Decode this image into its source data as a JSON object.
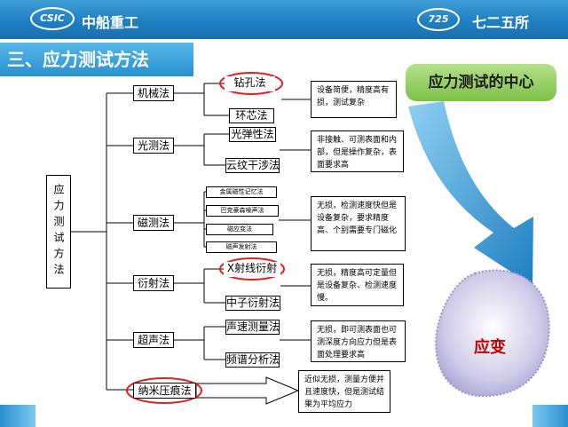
{
  "header": {
    "logo_left": "CSIC",
    "brand_left": "中船重工",
    "logo_right": "725",
    "brand_right": "七二五所"
  },
  "section_title": "三、应力测试方法",
  "root": "应力测试方法",
  "categories": [
    {
      "label": "机械法",
      "methods": [
        "钻孔法",
        "环芯法"
      ],
      "desc": "设备简便，精度高有损，测试复杂"
    },
    {
      "label": "光测法",
      "methods": [
        "光弹性法",
        "云纹干涉法"
      ],
      "desc": "非接触、可测表面和内部，但是操作复杂，表面要求高"
    },
    {
      "label": "磁测法",
      "methods": [
        "金属磁性记忆法",
        "巴克豪森噪声法",
        "磁应变法",
        "磁声发射法"
      ],
      "desc": "无损，检测速度快但是设备复杂，要求精度高、个别需要专门磁化"
    },
    {
      "label": "衍射法",
      "methods": [
        "X射线衍射",
        "中子衍射法"
      ],
      "desc": "无损，精度高可定量但是设备复杂、检测速度慢。"
    },
    {
      "label": "超声法",
      "methods": [
        "声速测量法",
        "频谱分析法"
      ],
      "desc": "无损，即可测表面也可测深度方向应力但是表面处理要求高"
    },
    {
      "label": "纳米压痕法",
      "methods": [],
      "desc": "近似无损，测量方便并且速度快，但是测试结果为平均应力"
    }
  ],
  "center_label": "应力测试的中心",
  "strain_label": "应变",
  "colors": {
    "header": "#1f7fc2",
    "highlight_circle": "#e02020",
    "arrow": "#2f8fd2",
    "blob": "#b8b4dc"
  }
}
